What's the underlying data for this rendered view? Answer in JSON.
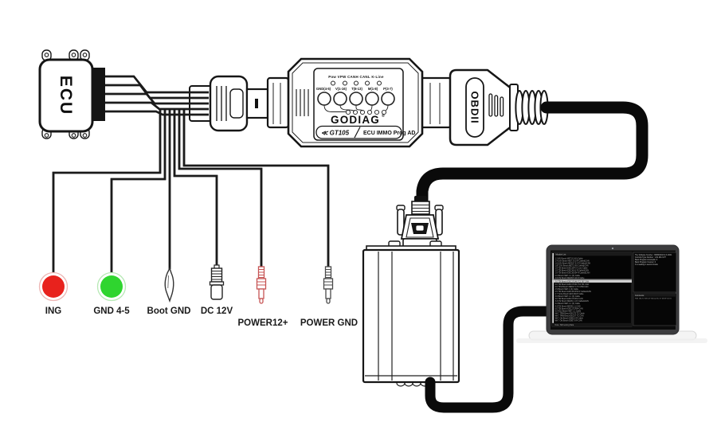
{
  "ecu": {
    "label": "ECU"
  },
  "obd": {
    "label": "OBDII"
  },
  "adapter": {
    "led_row_label": "Pow VPW CANH CANL K-Line",
    "port_labels": [
      "GND(4-5)",
      "V(1-16)",
      "T(8-13)",
      "M(1-8)",
      "P(3-7)"
    ],
    "brand": "GODIAG",
    "brand_reg": "®",
    "model": "≪ GT105",
    "model_suffix": "ECU IMMO Prog AD"
  },
  "plugs": {
    "ing": "ING",
    "gnd": "GND 4-5",
    "boot": "Boot GND",
    "dc": "DC 12V",
    "p12": "POWER12+",
    "pgnd": "POWER GND"
  },
  "colors": {
    "ing_red": "#e8221d",
    "ing_ring": "#edb6b4",
    "gnd_green": "#2fd52f",
    "gnd_ring": "#b7e9b5",
    "p12_red": "#c75454",
    "pgnd_gray": "#4a4a4a"
  },
  "laptop": {
    "left_panel": {
      "title": "Module List",
      "rows_top": [
        "1.2i 8V Bosch ME7.9.3 (K) Cable",
        "1.4i 16V Bosch ME7.5-10 R Cable&CAN",
        "1.6i 16V Bosch MED17.5.5 R Cable&CAN",
        "1.8T 20V Bosch ME7.5 (K) Cable&CAN",
        "1.9 TDI Bosch EDC15P+ K-Line Cable",
        "1.9 TDI Bosch EDC16U1 R Cable&CAN",
        "1.9 TDI Bosch EDC16U34 R Cable&CAN",
        "2.0i Bosch ME7.1.1 (K) Cable",
        "2.0 FSI Bosch MED9.5.10 R Cable"
      ],
      "selected_row": "2.0 TDI Bosch EDC17C46 TC1767 CAN",
      "rows_bottom": [
        "2.0 TDI Bosch EDC17C64 TC1791 CAN",
        "2.0 TFSI Bosch MED17.1 TC1766 CAN",
        "2.5i Bosch ME7.1 (K) Cable",
        "2.5 TDI Bosch EDC16CP34 R Cable&CAN",
        "2.7 Turbo Bosch EDC16CP Cable",
        "3.0i Bosch ME7.1.1 (K) Cable",
        "3.0 TDI Bosch EDC17CP14 CAN",
        "3.2 FSI Bosch MED9.1.1 R Cable&CAN",
        "4.2i Bosch ME7.1.1 (K) Cable",
        "4.2 FSI Bosch MED9.1.1 CAN",
        "5.0 TDI Bosch EDC17CP54 CAN",
        "6.0 W12 Bosch ME7.1.1 Cable",
        "Me7. TRW Bosch EK175 TC Cable",
        "Me7. TRW Bosch EK237 TC CAN",
        "Me7. Old Bosch DDE5.0 R Cable",
        "Me7. Old Bosch DDE7.8 R CAN"
      ],
      "status": "Note: Still testing Data"
    },
    "right_top": {
      "lines": [
        "The Software Number : BMW0401CV-X-0001",
        "Controls Type Number : 1.8L MG CVT",
        "Bank Program Accomplis: 0",
        "Bank Program Counter: 0",
        "It is reading in second mode"
      ]
    },
    "right_bottom": {
      "header": "Comments:",
      "line": "F0B 1BCY2 XE5 4TY61UQ 8C 5Y 0B 5F 00 81"
    }
  }
}
